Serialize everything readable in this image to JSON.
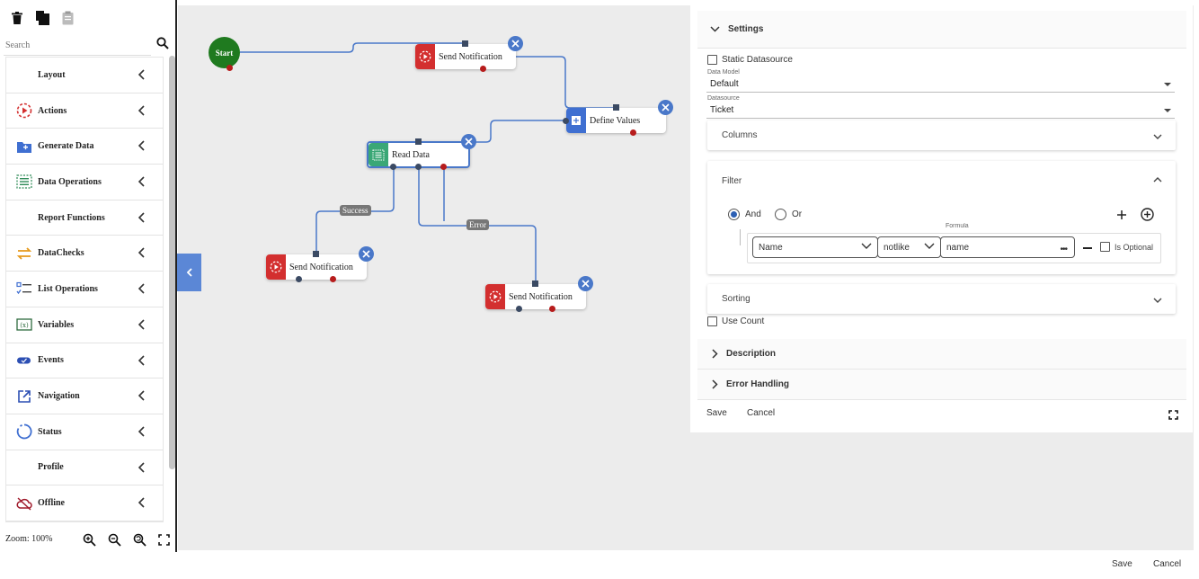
{
  "left_panel": {
    "search_placeholder": "Search",
    "palette": [
      {
        "label": "Layout",
        "icon": "none"
      },
      {
        "label": "Actions",
        "icon": "actions-icon"
      },
      {
        "label": "Generate Data",
        "icon": "generate-data-icon"
      },
      {
        "label": "Data Operations",
        "icon": "data-operations-icon"
      },
      {
        "label": "Report Functions",
        "icon": "none"
      },
      {
        "label": "DataChecks",
        "icon": "datachecks-icon"
      },
      {
        "label": "List Operations",
        "icon": "list-operations-icon"
      },
      {
        "label": "Variables",
        "icon": "variables-icon"
      },
      {
        "label": "Events",
        "icon": "events-icon"
      },
      {
        "label": "Navigation",
        "icon": "navigation-icon"
      },
      {
        "label": "Status",
        "icon": "status-icon"
      },
      {
        "label": "Profile",
        "icon": "none"
      },
      {
        "label": "Offline",
        "icon": "offline-icon"
      }
    ],
    "zoom_label": "Zoom: 100%"
  },
  "canvas": {
    "start_label": "Start",
    "nodes": {
      "send_notification_1": "Send Notification",
      "define_values": "Define Values",
      "read_data": "Read Data",
      "send_notification_2": "Send Notification",
      "send_notification_3": "Send Notification"
    },
    "edge_labels": {
      "success": "Success",
      "error": "Error"
    }
  },
  "right_panel": {
    "settings_title": "Settings",
    "static_datasource_label": "Static Datasource",
    "data_model_label": "Data Model",
    "data_model_value": "Default",
    "datasource_label": "Datasource",
    "datasource_value": "Ticket",
    "columns_title": "Columns",
    "filter_title": "Filter",
    "and_label": "And",
    "or_label": "Or",
    "formula_label": "Formula",
    "filter_field_value": "Name",
    "filter_operator_value": "notlike",
    "filter_formula_value": "name",
    "is_optional_label": "Is Optional",
    "sorting_title": "Sorting",
    "use_count_label": "Use Count",
    "description_title": "Description",
    "error_handling_title": "Error Handling",
    "save_label": "Save",
    "cancel_label": "Cancel"
  },
  "footer": {
    "save_label": "Save",
    "cancel_label": "Cancel"
  },
  "colors": {
    "accent_blue": "#4a78c9",
    "start_green": "#1f7a1f",
    "action_red": "#d32f2f",
    "read_data_green": "#3aa776",
    "port_red": "#b71c1c",
    "canvas_bg": "#ececec"
  }
}
